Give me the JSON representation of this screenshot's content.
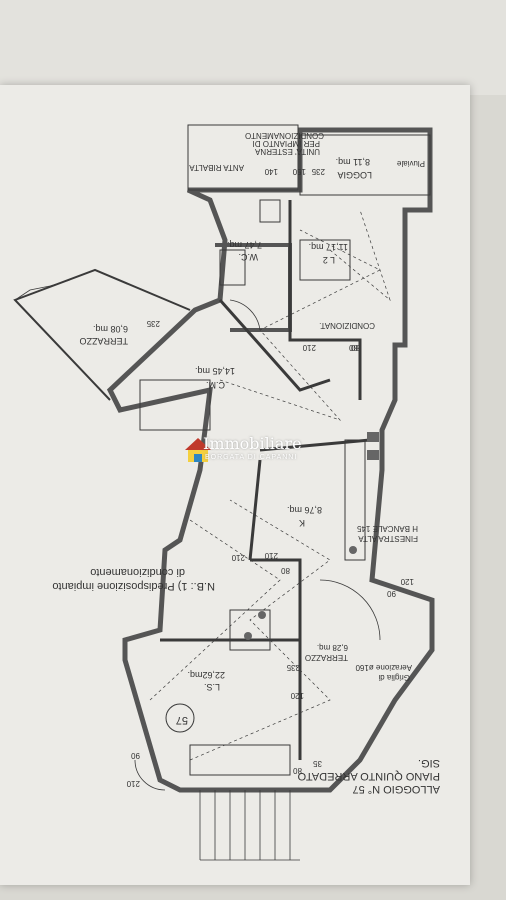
{
  "header": {
    "line1": "ALLOGGIO N° 57",
    "line2": "PIANO QUINTO  ARREDATO",
    "line3": "SIG."
  },
  "note": {
    "line1": "N.B.: 1) Predisposizione impianto",
    "line2": "di condizionamento"
  },
  "unit_number": "57",
  "rooms": [
    {
      "name": "L.S.",
      "area": "22,62mq."
    },
    {
      "name": "K",
      "area": "8,76 mq."
    },
    {
      "name": "C.M.",
      "area": "14,45 mq."
    },
    {
      "name": "W.C.",
      "area": "7,47 mq."
    },
    {
      "name": "L 2",
      "area": "11,17 mq."
    },
    {
      "name": "TERRAZZO",
      "area": "6,08 mq."
    },
    {
      "name": "LOGGIA",
      "area": "8,11 mq."
    },
    {
      "name": "TERRAZZO",
      "area": "6,28 mq."
    }
  ],
  "annotations": {
    "finestra1": "FINESTRA ALTA",
    "finestra2": "H BANCALE 145",
    "griglia1": "Griglia di",
    "griglia2": "Aerazione ø160",
    "anta": "ANTA RIBALTA",
    "unita1": "UNITA' ESTERNA",
    "unita2": "PER IMPIANTO DI",
    "unita3": "CONDIZIONAMENTO",
    "condiz": "CONDIZIONAT.",
    "pluviale": "Pluviale"
  },
  "dims": [
    "210",
    "90",
    "80",
    "120",
    "235",
    "35",
    "210",
    "80",
    "210",
    "80",
    "235",
    "140",
    "150",
    "235",
    "120",
    "90",
    "80",
    "210"
  ],
  "watermark": {
    "brand": "Immobiliare",
    "sub": "BORGATA DI CAPANNI"
  },
  "colors": {
    "line": "#3a3a3a",
    "paper": "#ecebe7",
    "accent_red": "#c0392b",
    "accent_blue": "#2e86c1",
    "accent_yellow": "#f4d03f"
  }
}
